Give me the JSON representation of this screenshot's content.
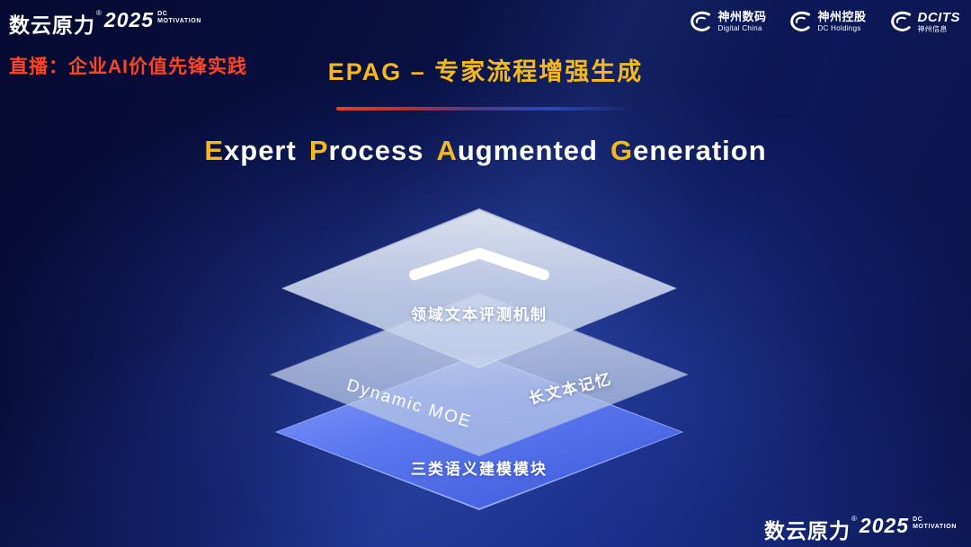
{
  "colors": {
    "gold": "#f5b91e",
    "red": "#ff4526",
    "layer-blue-top": "#8aa2fa",
    "layer-blue-bottom": "#3c58d8"
  },
  "brand": {
    "name": "数云原力",
    "reg": "®",
    "year": "2025",
    "tag_top": "DC",
    "tag_bottom": "MOTIVATION"
  },
  "header": {
    "live_caption": "直播：企业AI价值先锋实践",
    "title": "EPAG – 专家流程增强生成",
    "partners": [
      {
        "name": "神州数码",
        "subtitle": "Digital China"
      },
      {
        "name": "神州控股",
        "subtitle": "DC Holdings"
      },
      {
        "name": "DCITS",
        "subtitle": "神州信息"
      }
    ]
  },
  "subtitle": {
    "words": [
      {
        "cap": "E",
        "rest": "xpert"
      },
      {
        "cap": "P",
        "rest": "rocess"
      },
      {
        "cap": "A",
        "rest": "ugmented"
      },
      {
        "cap": "G",
        "rest": "eneration"
      }
    ]
  },
  "diagram": {
    "top_layer_label": "领域文本评测机制",
    "middle_layer_labels": {
      "left": "Dynamic MOE",
      "right": "长文本记忆"
    },
    "bottom_layer_label": "三类语义建模模块"
  }
}
